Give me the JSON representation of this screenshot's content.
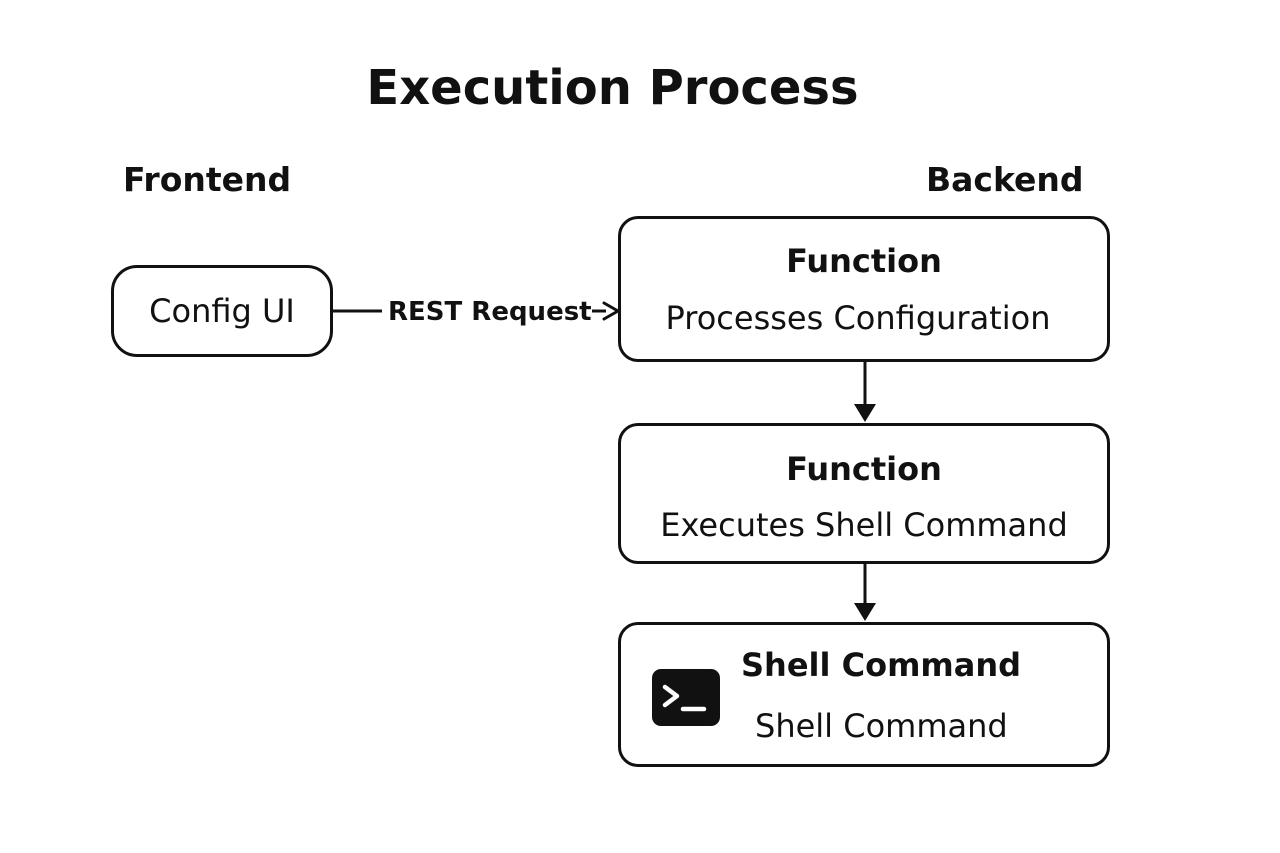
{
  "title": "Execution Process",
  "lanes": {
    "frontend": "Frontend",
    "backend": "Backend"
  },
  "config_ui": {
    "label": "Config UI"
  },
  "edge": {
    "label": "REST Request"
  },
  "nodes": [
    {
      "title": "Function",
      "description": "Processes Configuration"
    },
    {
      "title": "Function",
      "description": "Executes Shell Command"
    },
    {
      "title": "Shell Command",
      "description": "Shell Command",
      "icon": "terminal-icon"
    }
  ],
  "colors": {
    "stroke": "#111111",
    "background": "#ffffff"
  }
}
